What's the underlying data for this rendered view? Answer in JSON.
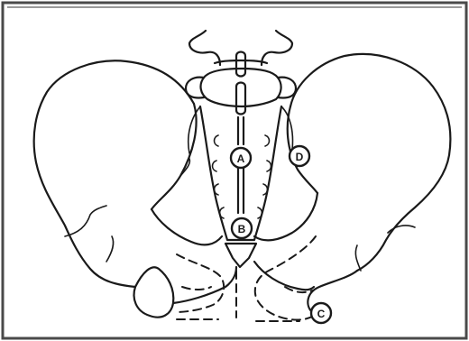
{
  "markers": {
    "a": "A",
    "b": "B",
    "c": "C",
    "d": "D"
  },
  "colors": {
    "background": "#ffffff",
    "frame_border": "#4a4a4a",
    "line": "#1a1a1a"
  }
}
